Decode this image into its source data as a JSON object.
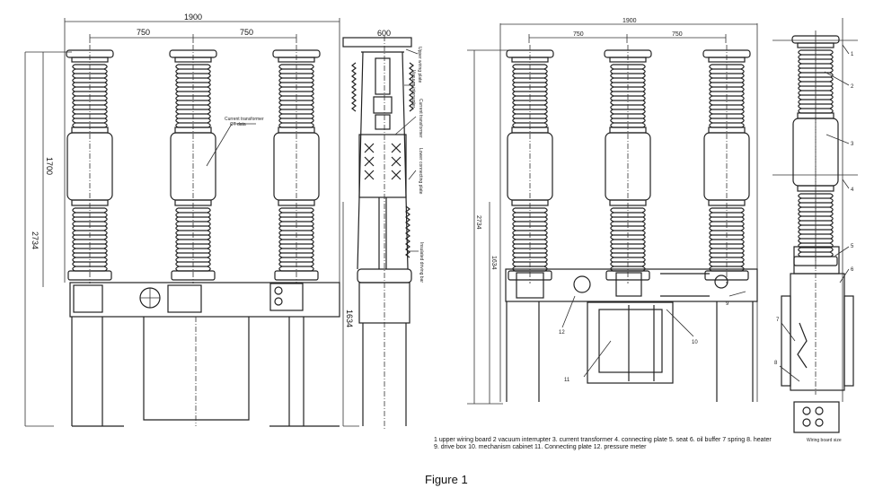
{
  "figure": {
    "caption": "Figure 1"
  },
  "front_view_left": {
    "overall_width": "1900",
    "pole_spacing_left": "750",
    "pole_spacing_right": "750",
    "height_main": "1700",
    "height_total": "2734",
    "callout": "Current transformer",
    "callout_sub": "CT data"
  },
  "side_section": {
    "width": "600",
    "height_lower": "1634",
    "labels": [
      "Upper wiring plate",
      "Vacuum interrupter",
      "Current transformer",
      "Lower connecting plate",
      "Insulated driving bar"
    ]
  },
  "front_view_right": {
    "overall_width": "1900",
    "pole_spacing_left": "750",
    "pole_spacing_right": "750",
    "height_total": "2734",
    "height_lower": "1634",
    "part_numbers": [
      "12",
      "11",
      "10",
      "9"
    ]
  },
  "side_view_right": {
    "part_numbers": [
      "1",
      "2",
      "3",
      "4",
      "5",
      "6",
      "7",
      "8"
    ],
    "wiring_board_label": "Wiring board size"
  },
  "legend": {
    "line1": "1 upper wiring board 2 vacuum interrupter 3. current transformer 4. connecting plate 5. seat 6. oil buffer 7 spring 8. heater",
    "line2": "9. drive box 10. mechanism cabinet 11.  Connecting plate 12. pressure meter"
  }
}
